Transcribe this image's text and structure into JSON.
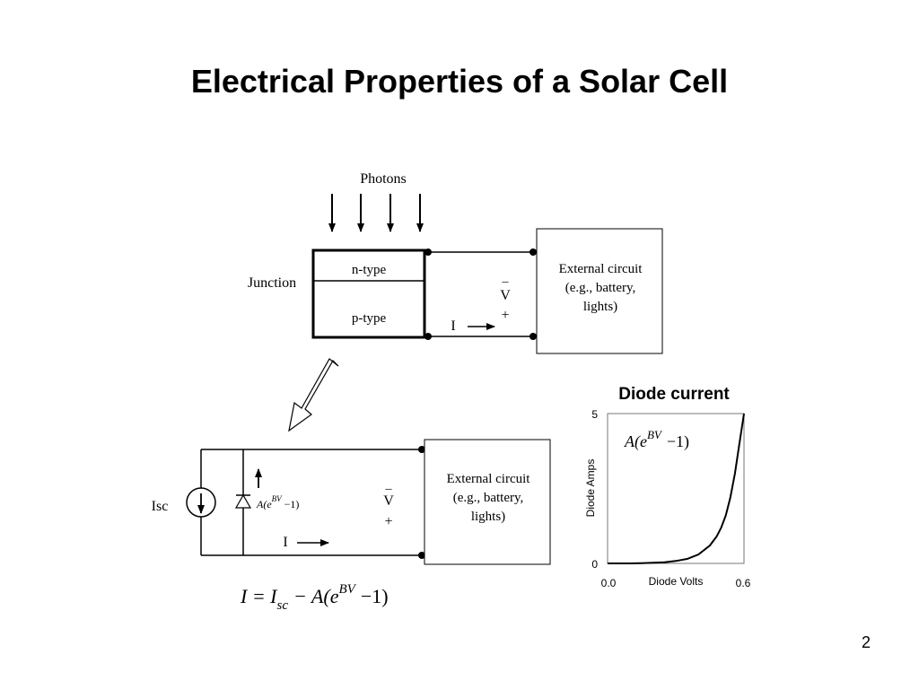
{
  "slide": {
    "title": "Electrical Properties of a Solar Cell",
    "page_number": "2"
  },
  "top_diagram": {
    "photons_label": "Photons",
    "junction_label": "Junction",
    "n_type_label": "n-type",
    "p_type_label": "p-type",
    "current_label": "I",
    "voltage_minus": "_",
    "voltage_label": "V",
    "voltage_plus": "+",
    "external_circuit_lines": [
      "External circuit",
      "(e.g., battery,",
      "lights)"
    ]
  },
  "bottom_circuit": {
    "isc_label": "Isc",
    "diode_expr": {
      "base": "A(e",
      "exponent": "BV",
      "tail": "−1)"
    },
    "current_label": "I",
    "voltage_minus": "_",
    "voltage_label": "V",
    "voltage_plus": "+",
    "external_circuit_lines": [
      "External circuit",
      "(e.g., battery,",
      "lights)"
    ]
  },
  "equation": {
    "lhs": "I = I",
    "lhs_subscript": "sc",
    "mid": "− A(e",
    "exponent": "BV",
    "tail": "−1)"
  },
  "chart_data": {
    "type": "line",
    "title": "Diode current",
    "xlabel": "Diode Volts",
    "ylabel": "Diode Amps",
    "xlim": [
      0.0,
      0.6
    ],
    "ylim": [
      0,
      5
    ],
    "x_tick_labels": [
      "0.0",
      "0.6"
    ],
    "y_tick_labels": [
      "0",
      "5"
    ],
    "annotation": {
      "base": "A(e",
      "exponent": "BV",
      "tail": "−1)"
    },
    "grid": false,
    "series": [
      {
        "x": [
          0.0,
          0.05,
          0.1,
          0.15,
          0.2,
          0.25,
          0.3,
          0.35,
          0.4,
          0.45,
          0.48,
          0.5,
          0.52,
          0.54,
          0.56,
          0.58,
          0.6
        ],
        "y": [
          0.0,
          0.0,
          0.0,
          0.01,
          0.02,
          0.04,
          0.08,
          0.15,
          0.3,
          0.6,
          0.9,
          1.2,
          1.6,
          2.2,
          3.0,
          4.0,
          5.0
        ]
      }
    ]
  }
}
